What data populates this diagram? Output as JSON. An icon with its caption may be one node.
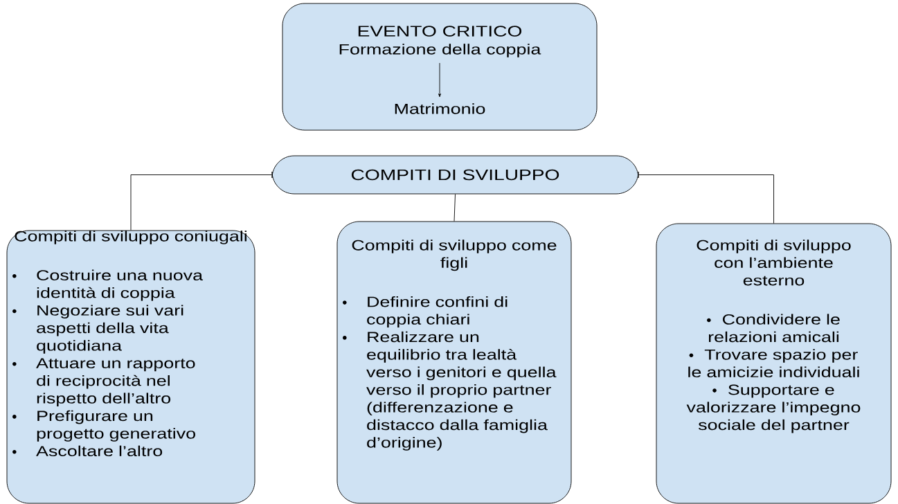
{
  "diagram": {
    "nodes": [
      {
        "text": [
          "EVENTO CRITICO"
        ]
      },
      {
        "text": [
          "Formazione della coppia"
        ],
        "in": 0
      },
      {
        "text": [
          "Matrimonio"
        ],
        "in": 0
      },
      {
        "text": [
          "COMPITI DI SVILUPPO"
        ]
      },
      {
        "text": [
          "Compiti di sviluppo coniugali",
          "Costruire una nuova identità di coppia",
          "Negoziare sui vari aspetti della vita quotidiana",
          "Attuare un rapporto di reciprocità nel rispetto dell’altro",
          "Prefigurare un progetto generativo",
          "Ascoltare l’altro"
        ]
      },
      {
        "text": [
          "Compiti di sviluppo come figli",
          "Definire confini di coppia chiari",
          "Realizzare un equilibrio tra lealtà verso i genitori e quella verso il proprio partner (differenzazione e distacco dalla famiglia d’origine)"
        ]
      },
      {
        "text": [
          "Compiti di sviluppo con l’ambiente esterno",
          "Condividere le relazioni amicali",
          "Trovare spazio per le amicizie individuali",
          "Supportare e valorizzare l’impegno sociale del partner"
        ]
      }
    ],
    "edges": [
      {
        "from": 1,
        "to": 2,
        "arrow": "to"
      },
      {
        "from": 3,
        "to": 4,
        "arrow": "none"
      },
      {
        "from": 3,
        "to": 5,
        "arrow": "none"
      },
      {
        "from": 3,
        "to": 6,
        "arrow": "none"
      }
    ]
  }
}
